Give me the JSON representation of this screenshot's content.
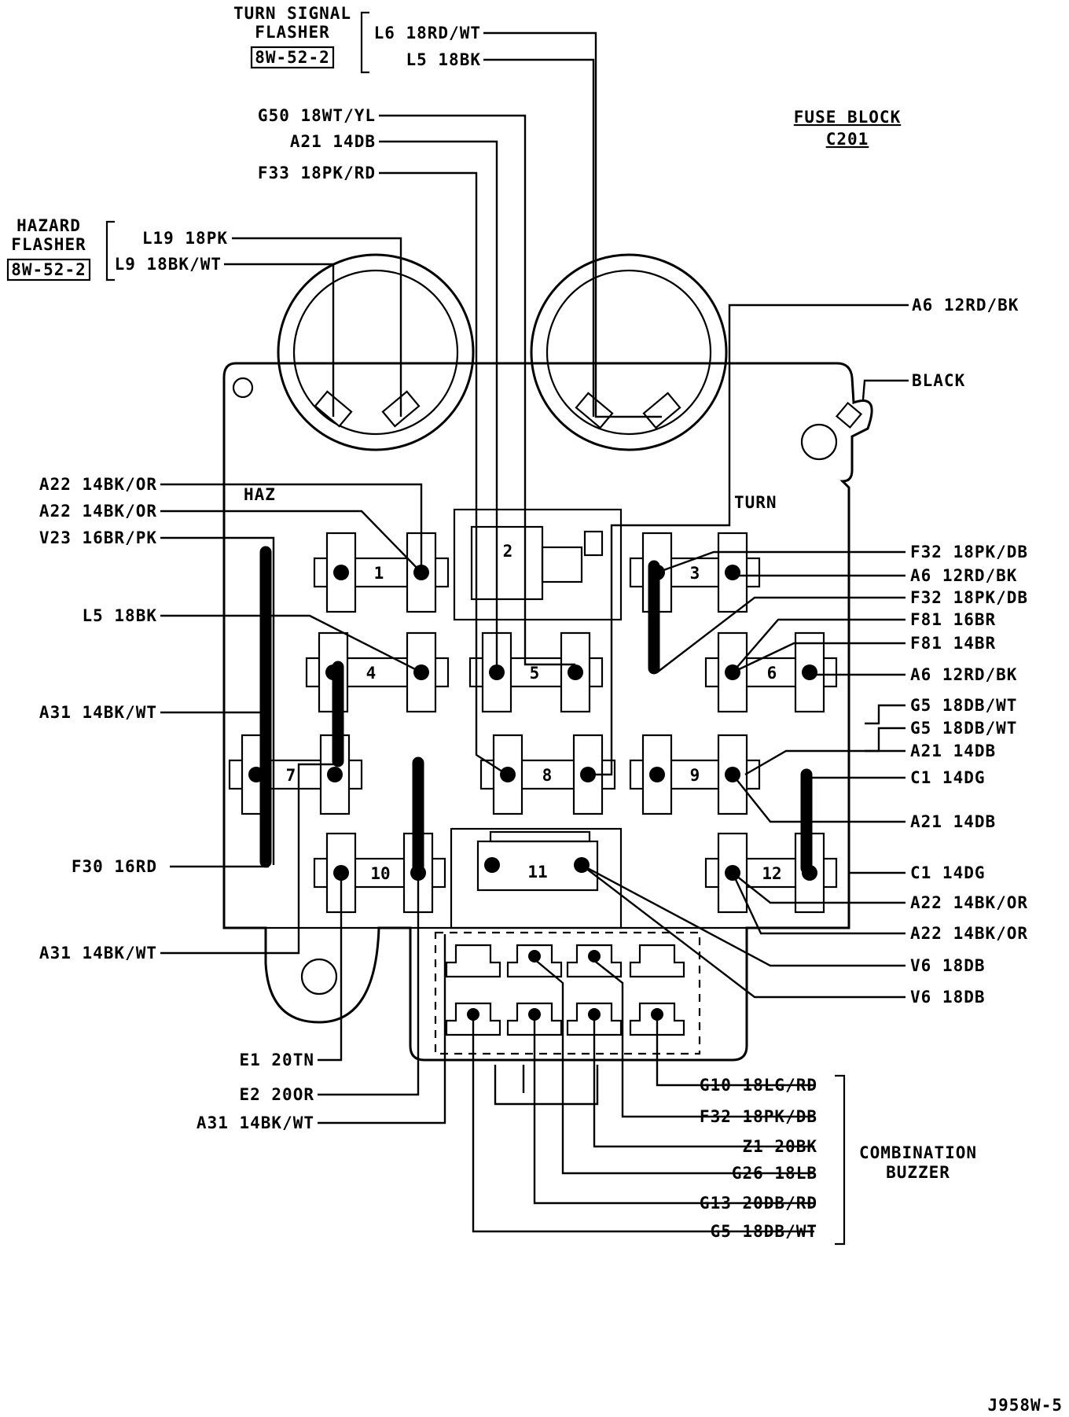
{
  "title": {
    "line1": "FUSE BLOCK",
    "line2": "C201"
  },
  "figure_id": "J958W-5",
  "turn_signal_flasher": {
    "line1": "TURN SIGNAL",
    "line2": "FLASHER",
    "ref": "8W-52-2"
  },
  "hazard_flasher": {
    "line1": "HAZARD",
    "line2": "FLASHER",
    "ref": "8W-52-2"
  },
  "combination_buzzer": {
    "line1": "COMBINATION",
    "line2": "BUZZER"
  },
  "block_labels": {
    "haz": "HAZ",
    "turn": "TURN"
  },
  "fuse_numbers": [
    "1",
    "2",
    "3",
    "4",
    "5",
    "6",
    "7",
    "8",
    "9",
    "10",
    "11",
    "12"
  ],
  "wires_top": {
    "l6": "L6 18RD/WT",
    "l5_top": "L5 18BK",
    "g50": "G50 18WT/YL",
    "a21_top": "A21 14DB",
    "f33": "F33 18PK/RD",
    "l19": "L19 18PK",
    "l9": "L9 18BK/WT",
    "a6_top": "A6 12RD/BK",
    "black": "BLACK"
  },
  "wires_left": {
    "a22_1": "A22 14BK/OR",
    "a22_2": "A22 14BK/OR",
    "v23": "V23 16BR/PK",
    "l5": "L5 18BK",
    "a31_1": "A31 14BK/WT",
    "f30": "F30 16RD",
    "a31_2": "A31 14BK/WT",
    "e1": "E1 20TN",
    "e2": "E2 20OR",
    "a31_3": "A31 14BK/WT"
  },
  "wires_right": {
    "f32_1": "F32 18PK/DB",
    "a6_1": "A6 12RD/BK",
    "f32_2": "F32 18PK/DB",
    "f81_1": "F81 16BR",
    "f81_2": "F81 14BR",
    "a6_2": "A6 12RD/BK",
    "g5_1": "G5 18DB/WT",
    "g5_2": "G5 18DB/WT",
    "a21_1": "A21 14DB",
    "c1_1": "C1 14DG",
    "a21_2": "A21 14DB",
    "c1_2": "C1 14DG",
    "a22_3": "A22 14BK/OR",
    "a22_4": "A22 14BK/OR",
    "v6_1": "V6 18DB",
    "v6_2": "V6 18DB"
  },
  "wires_buzzer": {
    "g10": "G10 18LG/RD",
    "f32": "F32 18PK/DB",
    "z1": "Z1 20BK",
    "g26": "G26 18LB",
    "g13": "G13 20DB/RD",
    "g5": "G5 18DB/WT"
  }
}
